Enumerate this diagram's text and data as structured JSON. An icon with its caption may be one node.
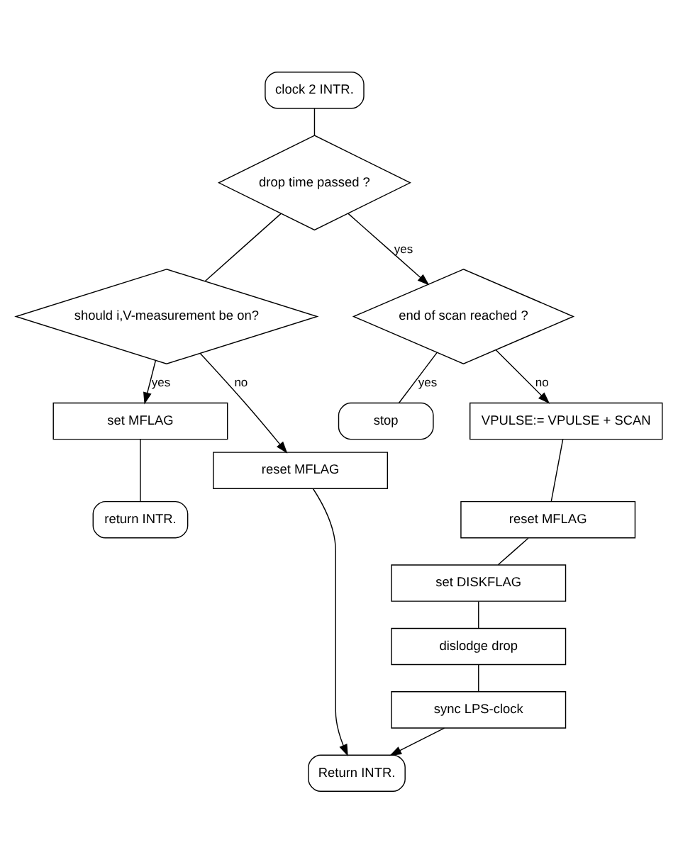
{
  "diagram": {
    "nodes": [
      {
        "text": [
          "clock 2 INTR."
        ]
      },
      {
        "text": [
          "drop time passed ?"
        ]
      },
      {
        "text": [
          "should i,V-measurement be on?"
        ]
      },
      {
        "text": [
          "set MFLAG"
        ]
      },
      {
        "text": [
          "return INTR."
        ]
      },
      {
        "text": [
          "end of scan reached ?"
        ]
      },
      {
        "text": [
          "stop"
        ]
      },
      {
        "text": [
          "VPULSE:= VPULSE + SCAN"
        ]
      },
      {
        "text": [
          "reset MFLAG"
        ]
      },
      {
        "text": [
          "set DISKFLAG"
        ]
      },
      {
        "text": [
          "dislodge drop"
        ]
      },
      {
        "text": [
          "sync LPS-clock"
        ]
      },
      {
        "text": [
          "reset MFLAG"
        ]
      },
      {
        "text": [
          "Return INTR."
        ]
      }
    ],
    "edges": [
      {
        "from": 0,
        "to": 1,
        "arrow": "none"
      },
      {
        "from": 1,
        "to": 5,
        "arrow": "to",
        "label": "yes"
      },
      {
        "from": 1,
        "to": 2,
        "arrow": "none"
      },
      {
        "from": 2,
        "to": 3,
        "arrow": "to",
        "label": "yes"
      },
      {
        "from": 2,
        "to": 12,
        "arrow": "to",
        "label": "no"
      },
      {
        "from": 3,
        "to": 4,
        "arrow": "none"
      },
      {
        "from": 5,
        "to": 6,
        "arrow": "none",
        "label": "yes"
      },
      {
        "from": 5,
        "to": 7,
        "arrow": "to",
        "label": "no"
      },
      {
        "from": 7,
        "to": 8,
        "arrow": "none"
      },
      {
        "from": 8,
        "to": 9,
        "arrow": "none"
      },
      {
        "from": 9,
        "to": 10,
        "arrow": "none"
      },
      {
        "from": 10,
        "to": 11,
        "arrow": "none"
      },
      {
        "from": 12,
        "to": 13,
        "arrow": "to"
      },
      {
        "from": 11,
        "to": 13,
        "arrow": "to"
      }
    ]
  }
}
